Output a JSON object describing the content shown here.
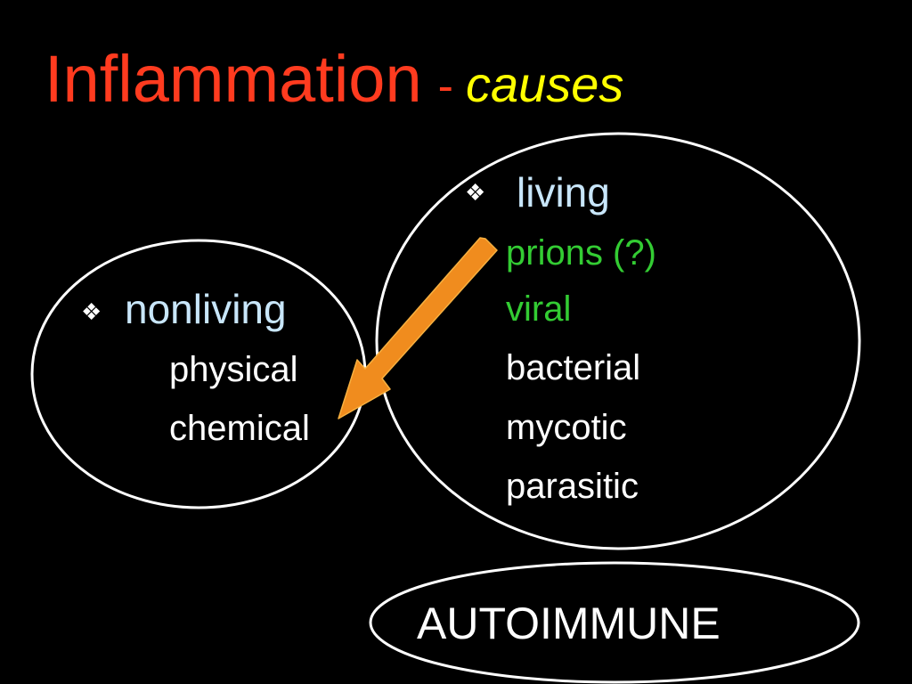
{
  "title": {
    "main": "Inflammation",
    "dash": "-",
    "sub": "causes"
  },
  "bullet_glyph": "❖",
  "nonliving": {
    "heading": "nonliving",
    "items": [
      "physical",
      "chemical"
    ]
  },
  "living": {
    "heading": "living",
    "items_green": [
      "prions (?)",
      "viral"
    ],
    "items_white": [
      "bacterial",
      "mycotic",
      "parasitic"
    ]
  },
  "autoimmune": {
    "label": "AUTOIMMUNE"
  },
  "colors": {
    "background": "#000000",
    "title": "#ff3b1f",
    "subtitle": "#ffff00",
    "heading": "#c8e6fa",
    "green_items": "#33cc33",
    "text": "#ffffff",
    "arrow": "#f08c1e"
  }
}
